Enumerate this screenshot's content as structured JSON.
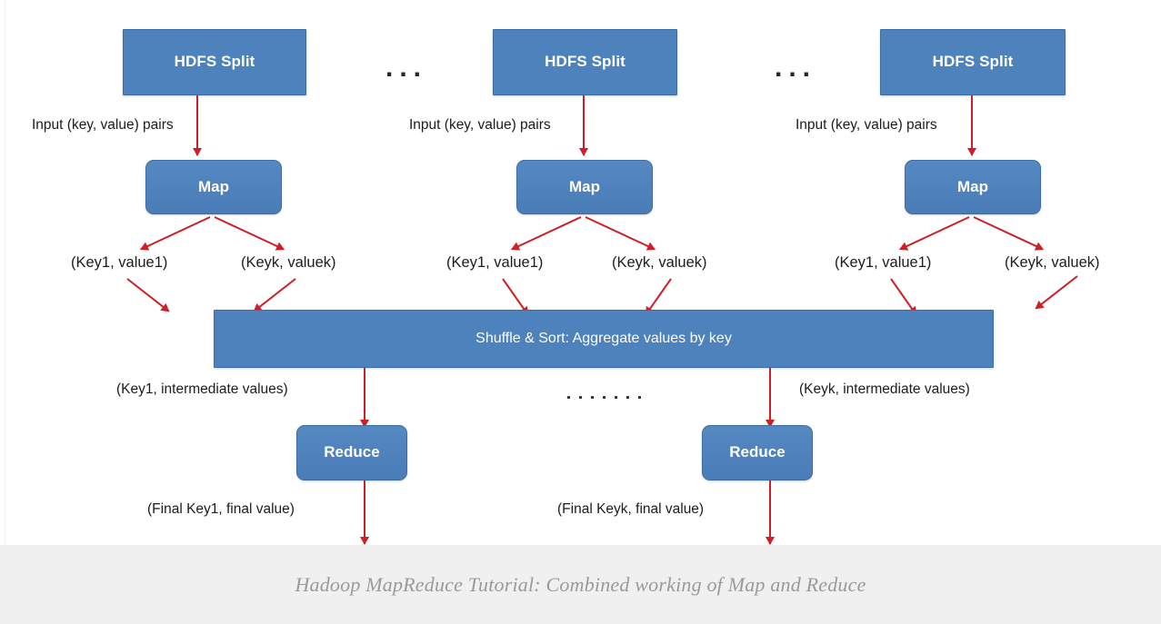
{
  "diagram": {
    "title_caption": "Hadoop MapReduce Tutorial: Combined working of Map and Reduce",
    "ellipsis_symbol": "...",
    "columns": [
      {
        "id": "col-1",
        "split_label": "HDFS Split",
        "input_label": "Input (key, value) pairs",
        "map_label": "Map",
        "kv_left": "(Key1, value1)",
        "kv_right": "(Keyk, valuek)"
      },
      {
        "id": "col-2",
        "split_label": "HDFS Split",
        "input_label": "Input (key, value) pairs",
        "map_label": "Map",
        "kv_left": "(Key1, value1)",
        "kv_right": "(Keyk, valuek)"
      },
      {
        "id": "col-3",
        "split_label": "HDFS Split",
        "input_label": "Input (key, value) pairs",
        "map_label": "Map",
        "kv_left": "(Key1, value1)",
        "kv_right": "(Keyk, valuek)"
      }
    ],
    "shuffle_label": "Shuffle & Sort: Aggregate values by key",
    "intermediate_left": "(Key1, intermediate values)",
    "intermediate_right": "(Keyk, intermediate values)",
    "reduce_left_label": "Reduce",
    "reduce_right_label": "Reduce",
    "final_left": "(Final Key1, final value)",
    "final_right": "(Final Keyk, final value)"
  },
  "colors": {
    "box_fill": "#4d82bd",
    "box_border": "#3d6da3",
    "arrow": "#cc2026",
    "caption_band": "#f0f0f0",
    "caption_text": "#9a9a9a",
    "label_text": "#1c1c1c"
  }
}
